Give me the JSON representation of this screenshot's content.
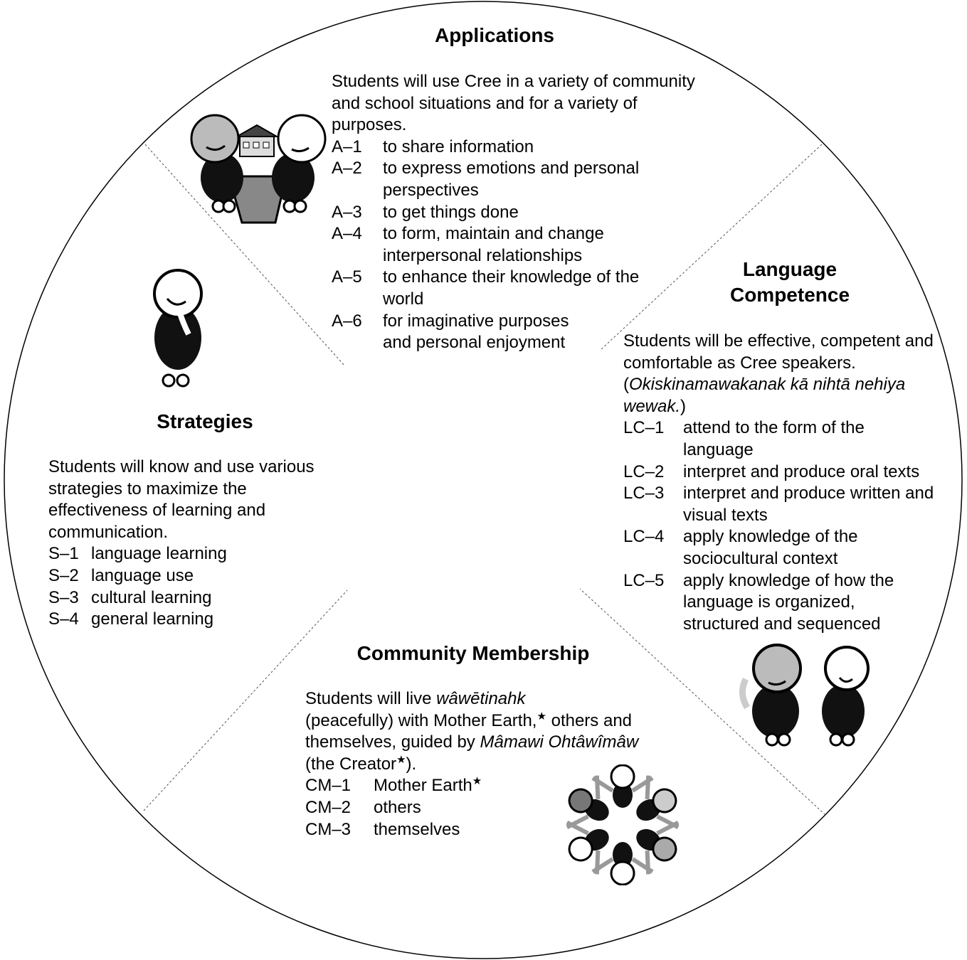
{
  "applications": {
    "title": "Applications",
    "intro": "Students will use Cree in a variety of community and school situations and for a variety of purposes.",
    "items": [
      {
        "code": "A–1",
        "label": "to share information"
      },
      {
        "code": "A–2",
        "label": "to express emotions and personal perspectives"
      },
      {
        "code": "A–3",
        "label": "to get things done"
      },
      {
        "code": "A–4",
        "label": "to form, maintain and change interpersonal relationships"
      },
      {
        "code": "A–5",
        "label": "to enhance their knowledge of the world"
      },
      {
        "code": "A–6",
        "label": "for imaginative purposes and personal enjoyment"
      }
    ]
  },
  "language_competence": {
    "title_line1": "Language",
    "title_line2": "Competence",
    "intro": "Students will be effective, competent and comfortable as Cree speakers.",
    "cree_open": "(",
    "cree_phrase": "Okiskinamawakanak kā nihtā nehiya wewak.",
    "cree_close": ")",
    "items": [
      {
        "code": "LC–1",
        "label": "attend to the form of the language"
      },
      {
        "code": "LC–2",
        "label": "interpret and produce oral texts"
      },
      {
        "code": "LC–3",
        "label": "interpret and produce written and visual texts"
      },
      {
        "code": "LC–4",
        "label": "apply knowledge of the sociocultural context"
      },
      {
        "code": "LC–5",
        "label": "apply knowledge of how the language is organized, structured and sequenced"
      }
    ]
  },
  "strategies": {
    "title": "Strategies",
    "intro": "Students will know and use various strategies to maximize the effectiveness of learning and communication.",
    "items": [
      {
        "code": "S–1",
        "label": "language learning"
      },
      {
        "code": "S–2",
        "label": "language use"
      },
      {
        "code": "S–3",
        "label": "cultural learning"
      },
      {
        "code": "S–4",
        "label": "general learning"
      }
    ]
  },
  "community_membership": {
    "title": "Community Membership",
    "intro_part1": "Students will live",
    "intro_cree1": "wâwētinahk",
    "intro_part2": "(peacefully) with Mother Earth,",
    "star": "★",
    "intro_part3": "others and themselves, guided by",
    "intro_cree2": "Mâmawi Ohtâwîmâw",
    "intro_part4": "(the Creator",
    "intro_part5": ").",
    "items": [
      {
        "code": "CM–1",
        "label": "Mother Earth",
        "star": "★"
      },
      {
        "code": "CM–2",
        "label": "others"
      },
      {
        "code": "CM–3",
        "label": "themselves"
      }
    ]
  }
}
